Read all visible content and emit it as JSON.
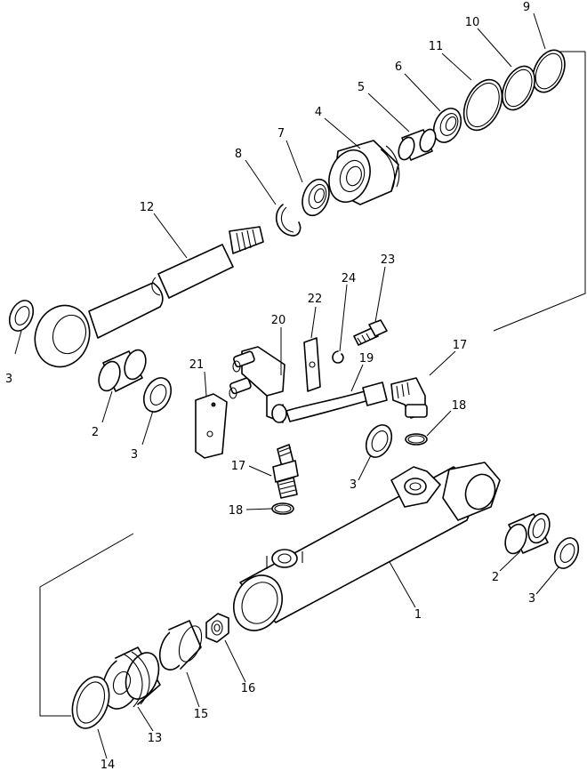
{
  "diagram": {
    "callouts": {
      "p1": "1",
      "p2a": "2",
      "p2b": "2",
      "p3a": "3",
      "p3b": "3",
      "p3c": "3",
      "p3d": "3",
      "p4": "4",
      "p5": "5",
      "p6": "6",
      "p7": "7",
      "p8": "8",
      "p9": "9",
      "p10": "10",
      "p11": "11",
      "p12": "12",
      "p13": "13",
      "p14": "14",
      "p15": "15",
      "p16": "16",
      "p17a": "17",
      "p17b": "17",
      "p18a": "18",
      "p18b": "18",
      "p19": "19",
      "p20": "20",
      "p21": "21",
      "p22": "22",
      "p23": "23",
      "p24": "24"
    }
  }
}
